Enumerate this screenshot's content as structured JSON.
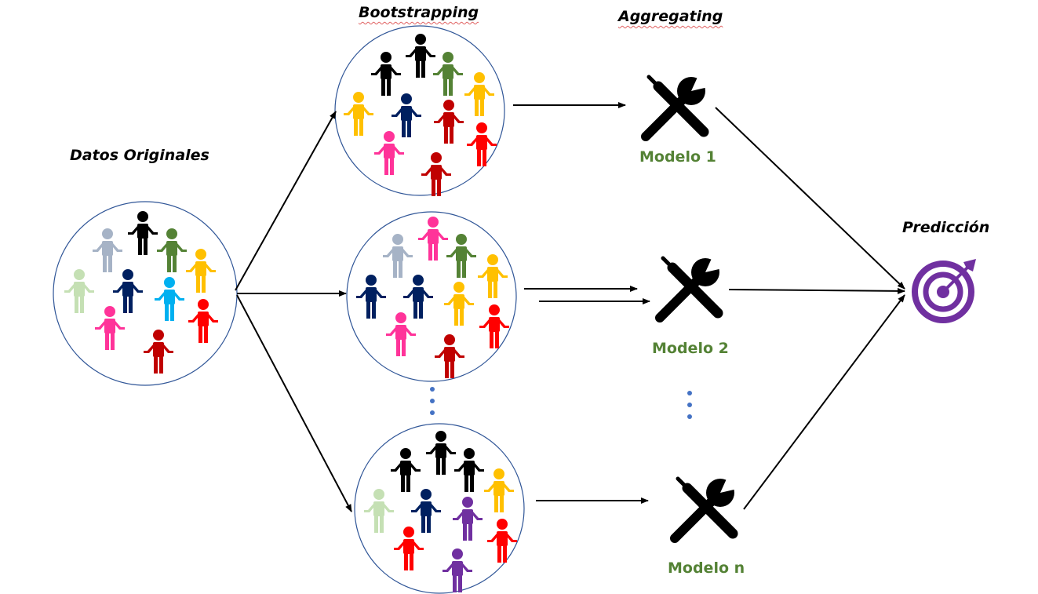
{
  "headings": {
    "original": "Datos Originales",
    "bootstrap": "Bootstrapping",
    "aggregate": "Aggregating",
    "prediction": "Predicción"
  },
  "models": [
    {
      "label": "Modelo 1"
    },
    {
      "label": "Modelo 2"
    },
    {
      "label": "Modelo n"
    }
  ],
  "colors": {
    "model_label": "#548235",
    "circle_border": "#2f5597",
    "ellipsis_dots": "#4472c4",
    "target": "#7030a0",
    "arrows": "#000000",
    "tools": "#000000",
    "people": {
      "black": "#000000",
      "gray": "#a6b3c6",
      "green": "#548235",
      "yellow": "#ffc000",
      "lightgreen": "#c5e0b4",
      "navy": "#002060",
      "cyan": "#00b0f0",
      "pink": "#ff3399",
      "red": "#ff0000",
      "darkred": "#c00000",
      "purple": "#7030a0"
    }
  },
  "icons": {
    "person": "person-icon",
    "tools": "wrench-screwdriver-icon",
    "prediction": "target-icon"
  }
}
